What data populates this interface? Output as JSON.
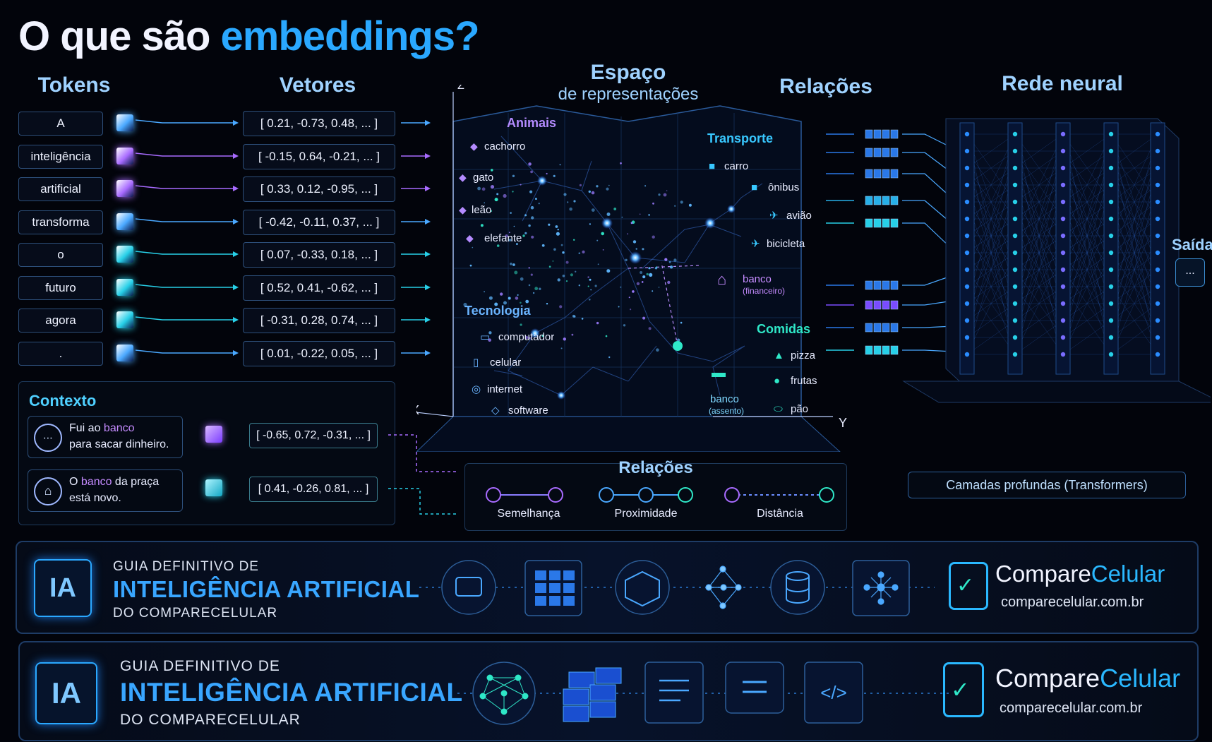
{
  "title": {
    "part1": "O que são ",
    "part2": "embeddings?"
  },
  "headers": {
    "tokens": "Tokens",
    "vectors": "Vetores",
    "space_line1": "Espaço",
    "space_line2": "de representações",
    "relations": "Relações",
    "neural_net": "Rede neural",
    "output": "Saída"
  },
  "tokens": [
    "A",
    "inteligência",
    "artificial",
    "transforma",
    "o",
    "futuro",
    "agora",
    "."
  ],
  "vectors": [
    "[ 0.21,  -0.73,  0.48,  ... ]",
    "[ -0.15,  0.64,  -0.21,  ... ]",
    "[ 0.33,  0.12,  -0.95,  ... ]",
    "[ -0.42,  -0.11,  0.37,  ... ]",
    "[ 0.07,  -0.33,  0.18,  ... ]",
    "[ 0.52,  0.41,  -0.62,  ... ]",
    "[ -0.31,  0.28,  0.74,  ... ]",
    "[ 0.01,  -0.22,  0.05,  ... ]"
  ],
  "cube_colors": [
    "#4aa8ff",
    "#a86bff",
    "#a86bff",
    "#4aa8ff",
    "#27d0e8",
    "#27d0e8",
    "#27d0e8",
    "#4aa8ff"
  ],
  "context": {
    "title": "Contexto",
    "ex1": {
      "pre": "Fui ao ",
      "hl": "banco",
      "post": "para sacar dinheiro.",
      "vector": "[ -0.65,  0.72,  -0.31,  ... ]"
    },
    "ex2": {
      "pre": "O ",
      "hl": "banco",
      "mid": " da praça",
      "post": "está novo.",
      "vector": "[ 0.41,  -0.26,  0.81,  ... ]"
    }
  },
  "space": {
    "axis_x": "X",
    "axis_y": "Y",
    "axis_z": "Z",
    "clusters": {
      "animals": {
        "title": "Animais",
        "items": [
          "cachorro",
          "gato",
          "leão",
          "elefante"
        ]
      },
      "transport": {
        "title": "Transporte",
        "items": [
          "carro",
          "ônibus",
          "avião",
          "bicicleta"
        ]
      },
      "tech": {
        "title": "Tecnologia",
        "items": [
          "computador",
          "celular",
          "internet",
          "software"
        ]
      },
      "food": {
        "title": "Comidas",
        "items": [
          "pizza",
          "frutas",
          "pão"
        ]
      }
    },
    "bank_fin": {
      "name": "banco",
      "note": "(financeiro)"
    },
    "bank_seat": {
      "name": "banco",
      "note": "(assento)"
    }
  },
  "relations_legend": {
    "title": "Relações",
    "items": [
      "Semelhança",
      "Proximidade",
      "Distância"
    ]
  },
  "neural": {
    "caption": "Camadas profundas (Transformers)",
    "output_value": "..."
  },
  "banner": {
    "chip": "IA",
    "line1": "GUIA DEFINITIVO DE",
    "line2": "INTELIGÊNCIA ARTIFICIAL",
    "line3": "DO COMPARECELULAR",
    "brand_a": "Compare",
    "brand_b": "Celular",
    "url": "comparecelular.com.br"
  },
  "colors": {
    "accent": "#2aa8ff",
    "purple": "#a86bff",
    "teal": "#27d0e8",
    "bg": "#02040b"
  }
}
